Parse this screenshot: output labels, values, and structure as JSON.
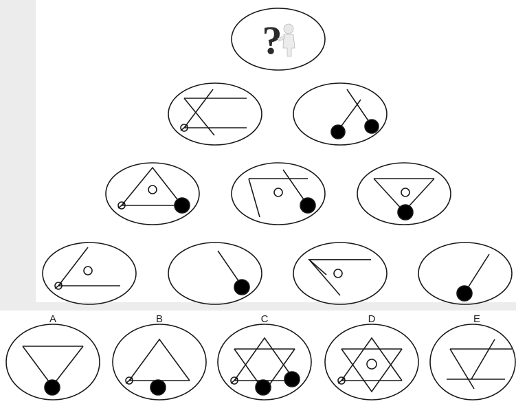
{
  "puzzle": {
    "colors": {
      "stroke": "#1a1a1a",
      "fill": "#000000",
      "background": "#ffffff",
      "gutter": "#ececec"
    },
    "top_icon": "question-mark-figure-icon",
    "rows": [
      {
        "row": 1,
        "tiles": [
          "question-tile"
        ]
      },
      {
        "row": 2,
        "tiles": [
          "x-lines-tile",
          "x-pendulum-balls-tile"
        ]
      },
      {
        "row": 3,
        "tiles": [
          "triangle-up-tile",
          "hook-ball-tile",
          "triangle-down-ball-tile"
        ]
      },
      {
        "row": 4,
        "tiles": [
          "angle-small-circle-tile",
          "pendulum-ball-tile",
          "wedge-left-tile",
          "stick-ball-tile"
        ]
      }
    ]
  },
  "options": [
    {
      "label": "A",
      "icon": "triangle-down-ball-icon"
    },
    {
      "label": "B",
      "icon": "triangle-up-ball-icon"
    },
    {
      "label": "C",
      "icon": "star-two-balls-icon"
    },
    {
      "label": "D",
      "icon": "star-circle-icon"
    },
    {
      "label": "E",
      "icon": "parallelogram-lines-icon"
    }
  ]
}
